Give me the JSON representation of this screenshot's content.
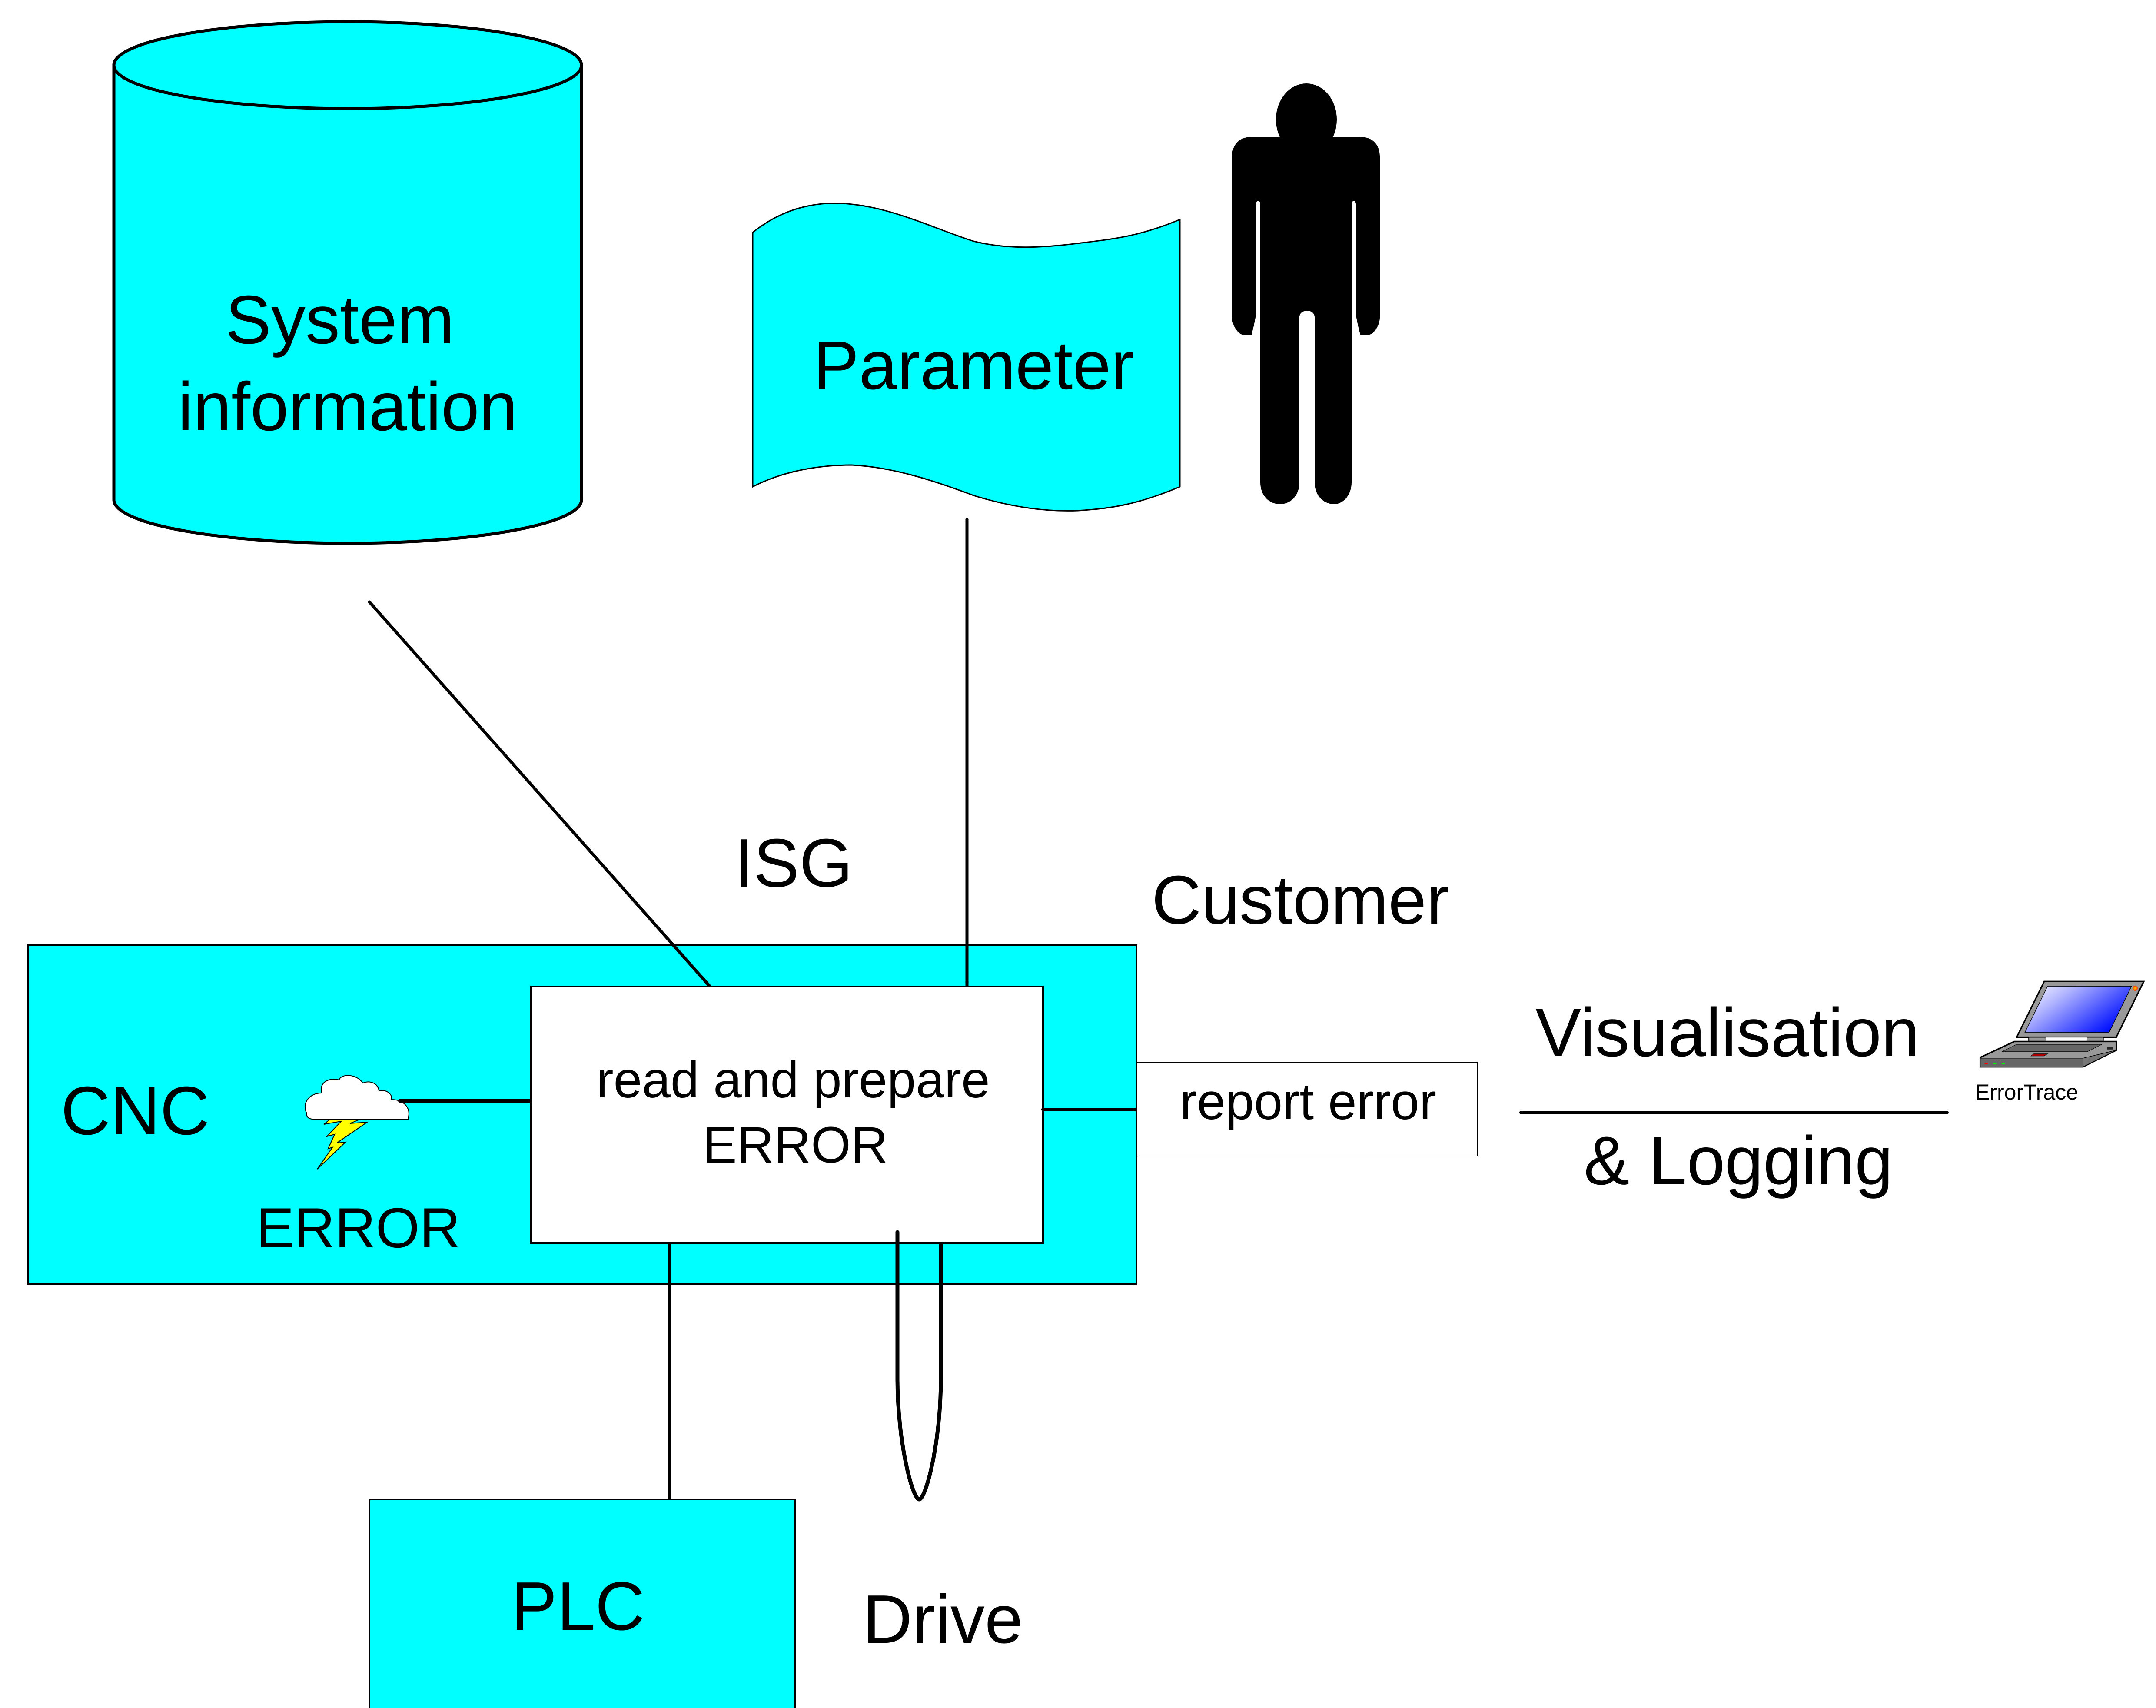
{
  "colors": {
    "cyan_fill": "#00FFFF",
    "stroke": "#000000",
    "lightning": "#FFFF00",
    "screen_blue": "#0000FF",
    "laptop_gray": "#999999"
  },
  "nodes": {
    "system_information": {
      "line1": "System",
      "line2": "information",
      "icon": "database-cylinder-icon"
    },
    "parameter": {
      "label": "Parameter",
      "icon": "document-flag-icon"
    },
    "customer_figure": {
      "icon": "person-icon"
    },
    "isg_label": "ISG",
    "customer_label": "Customer",
    "cnc": {
      "label": "CNC",
      "error_label": "ERROR",
      "error_icon": "storm-cloud-icon"
    },
    "read_prepare": {
      "line1": "read and prepare",
      "line2": "ERROR"
    },
    "report_error": {
      "label": "report error"
    },
    "visualisation": {
      "line1": "Visualisation",
      "line2": "& Logging"
    },
    "laptop": {
      "label": "ErrorTrace",
      "icon": "laptop-icon"
    },
    "plc": {
      "label": "PLC"
    },
    "drive": {
      "label": "Drive"
    }
  },
  "edges": [
    {
      "from": "system_information",
      "to": "read_prepare"
    },
    {
      "from": "parameter",
      "to": "read_prepare"
    },
    {
      "from": "cnc_error",
      "to": "read_prepare"
    },
    {
      "from": "read_prepare",
      "to": "report_error"
    },
    {
      "from": "report_error",
      "to": "laptop",
      "label": "visualisation"
    },
    {
      "from": "plc",
      "to": "read_prepare"
    },
    {
      "from": "read_prepare",
      "to": "drive_loop",
      "type": "loop"
    }
  ]
}
